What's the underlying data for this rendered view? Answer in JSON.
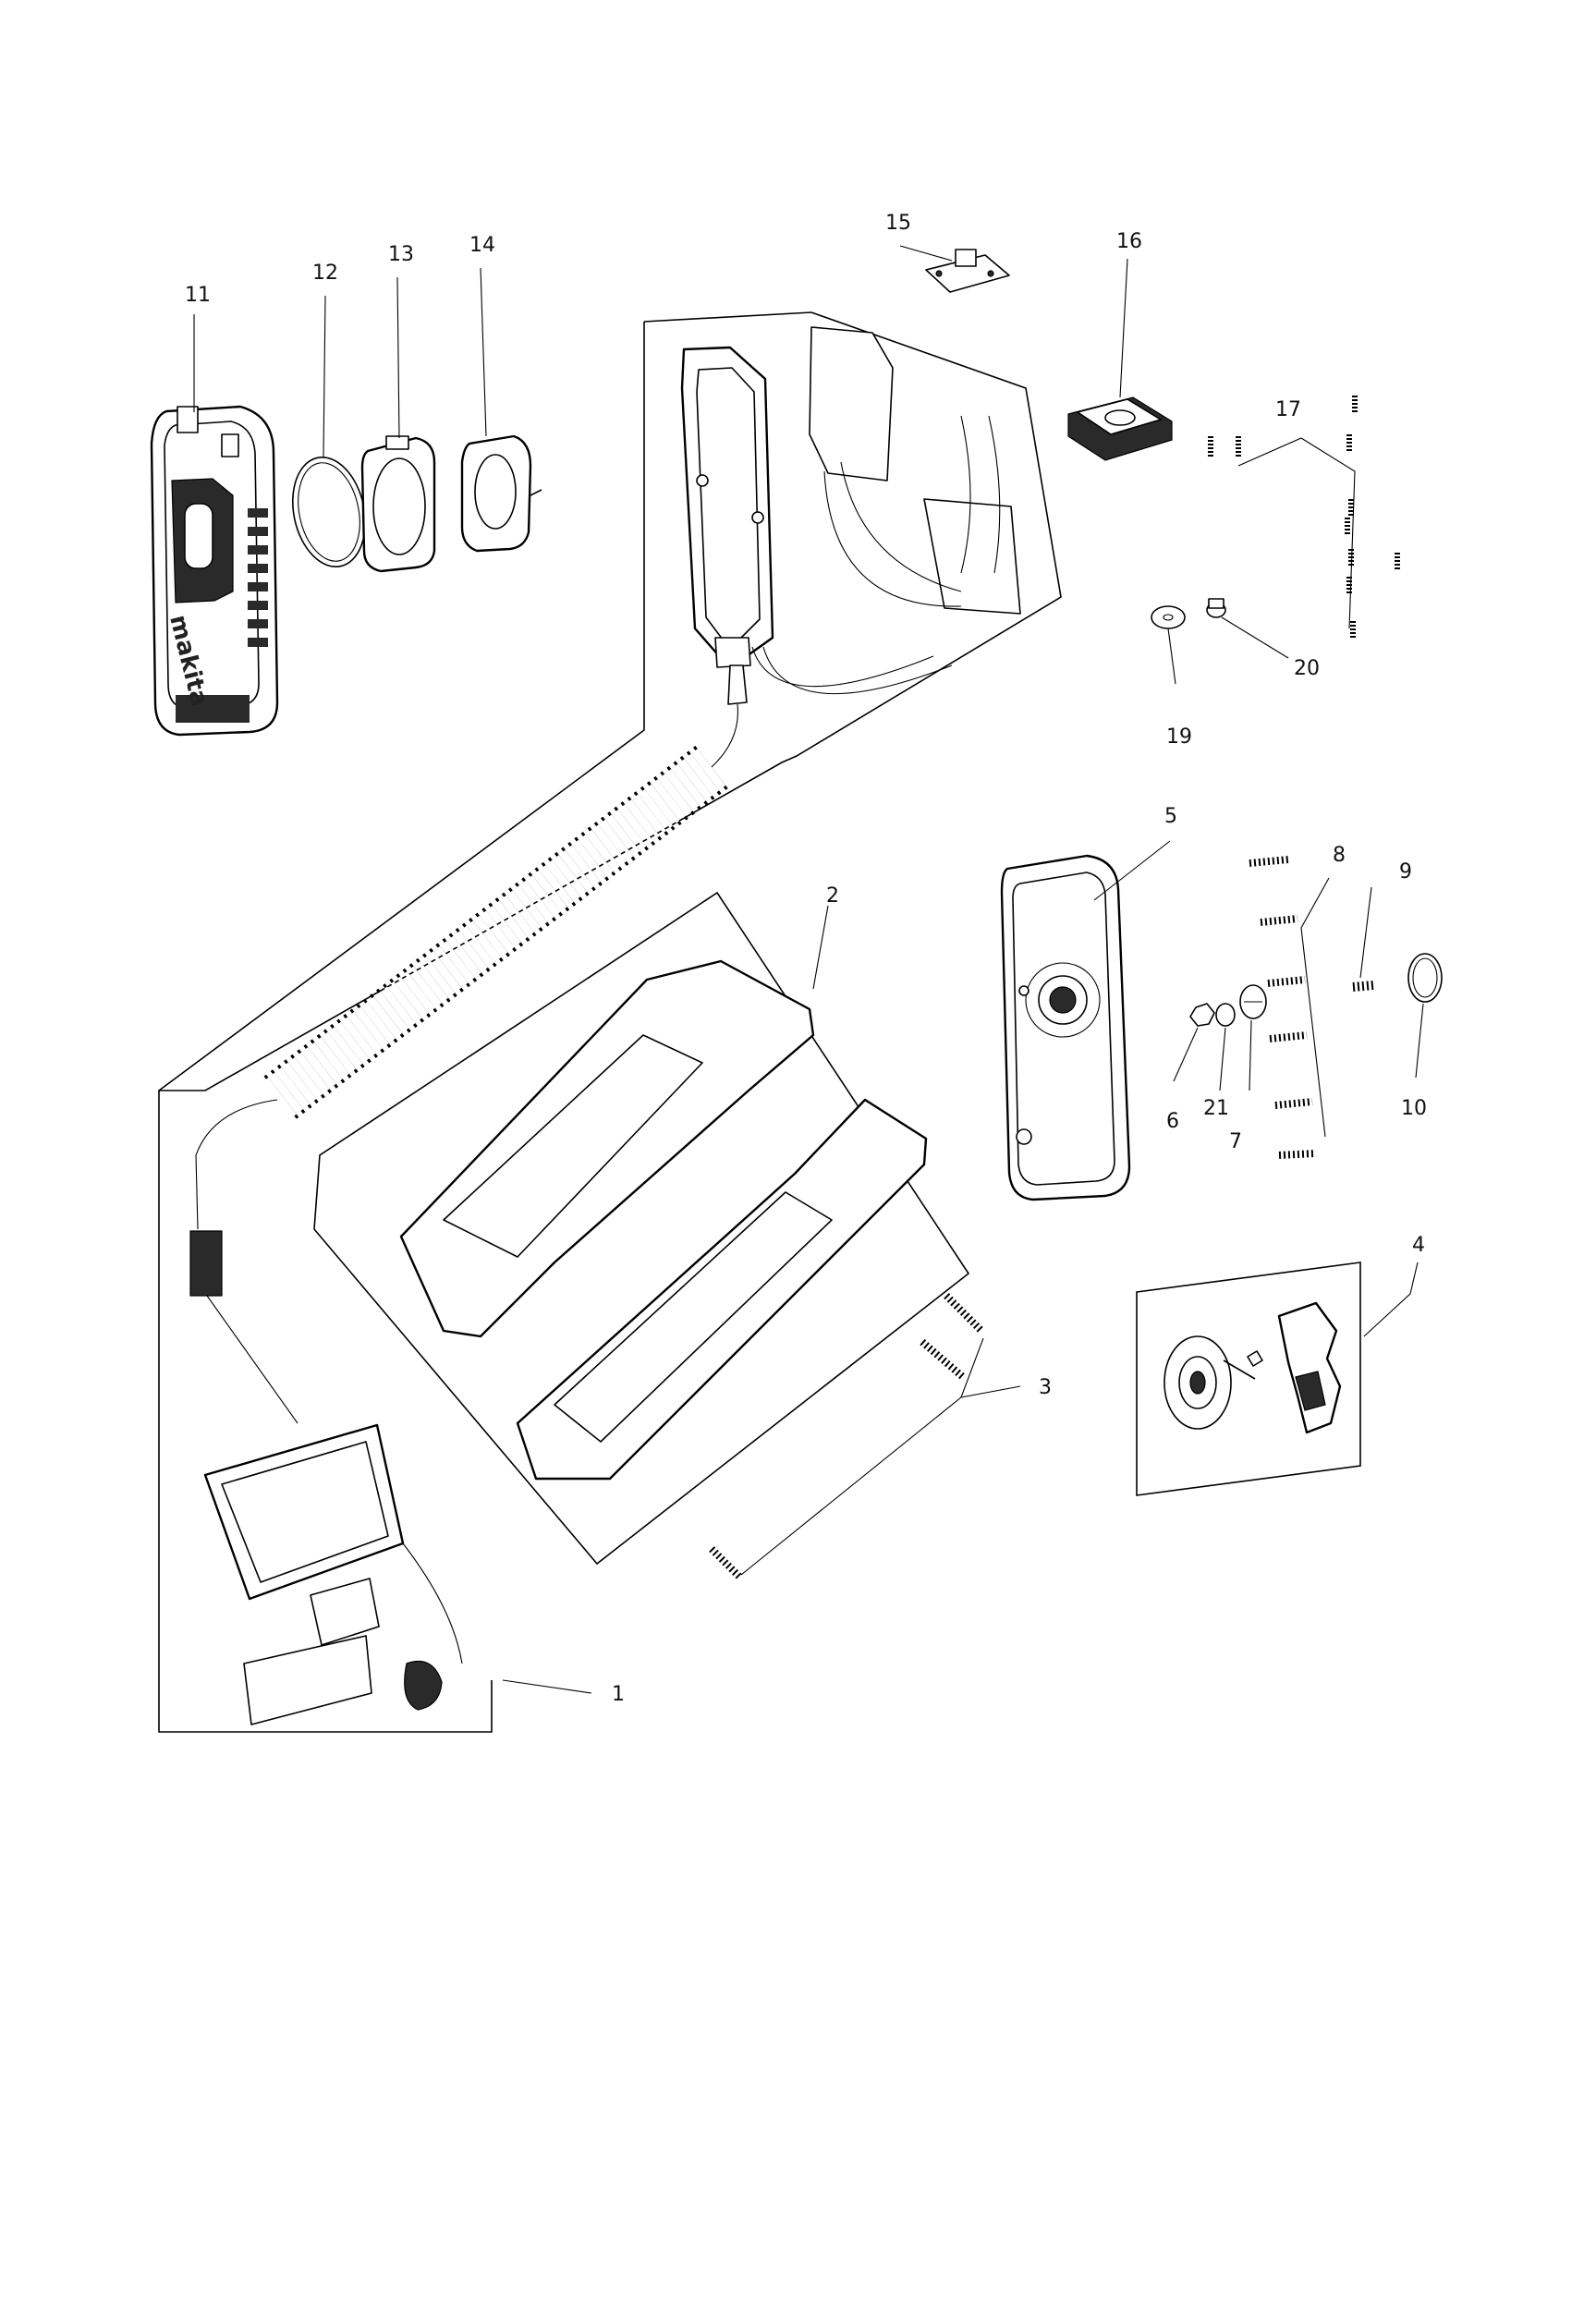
{
  "callouts": {
    "c1": "1",
    "c2": "2",
    "c3": "3",
    "c4": "4",
    "c5": "5",
    "c6": "6",
    "c7": "7",
    "c8": "8",
    "c9": "9",
    "c10": "10",
    "c11": "11",
    "c12": "12",
    "c13": "13",
    "c14": "14",
    "c15": "15",
    "c16": "16",
    "c17": "17",
    "c19": "19",
    "c20": "20",
    "c21": "21"
  },
  "brand_logo_text": "makita",
  "colors": {
    "line": "#000000",
    "background": "#ffffff",
    "fill_dark": "#2a2a2a"
  }
}
